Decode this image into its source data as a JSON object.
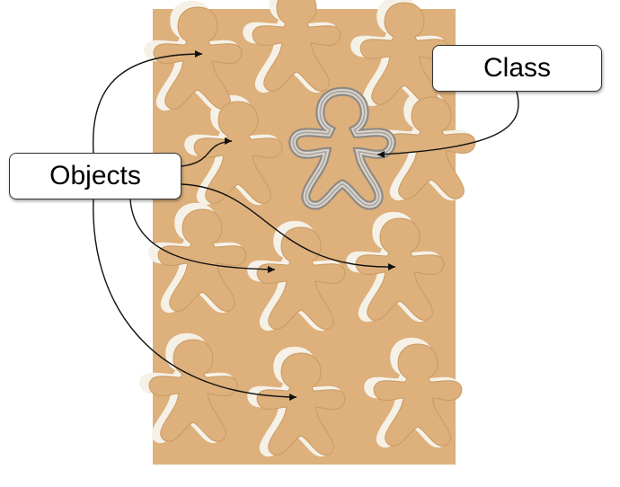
{
  "labels": {
    "class": "Class",
    "objects": "Objects"
  },
  "colors": {
    "dough": "#ddb07c",
    "dough_dark": "#c99a63",
    "paper": "#f6f1e7",
    "cutter_metal": "#b8b3ab",
    "arrow": "#111111"
  },
  "illustration": {
    "subject": "gingerbread-man-cookie-dough-with-metal-cutter"
  }
}
